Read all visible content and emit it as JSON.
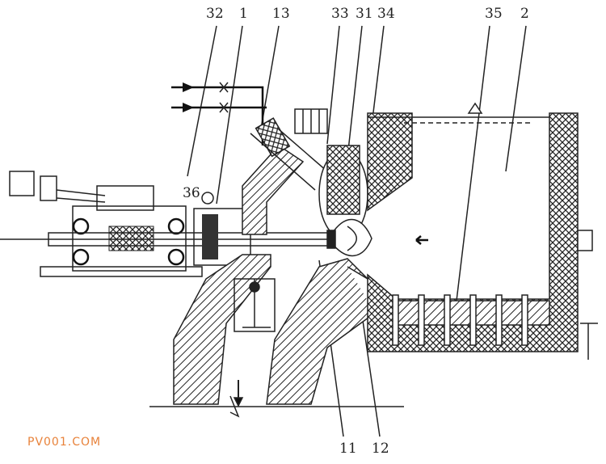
{
  "labels": {
    "l32": "32",
    "l1": "1",
    "l13": "13",
    "l33": "33",
    "l31": "31",
    "l34": "34",
    "l35": "35",
    "l2": "2",
    "l36": "36",
    "l11": "11",
    "l12": "12"
  },
  "watermark": "PV001.COM"
}
